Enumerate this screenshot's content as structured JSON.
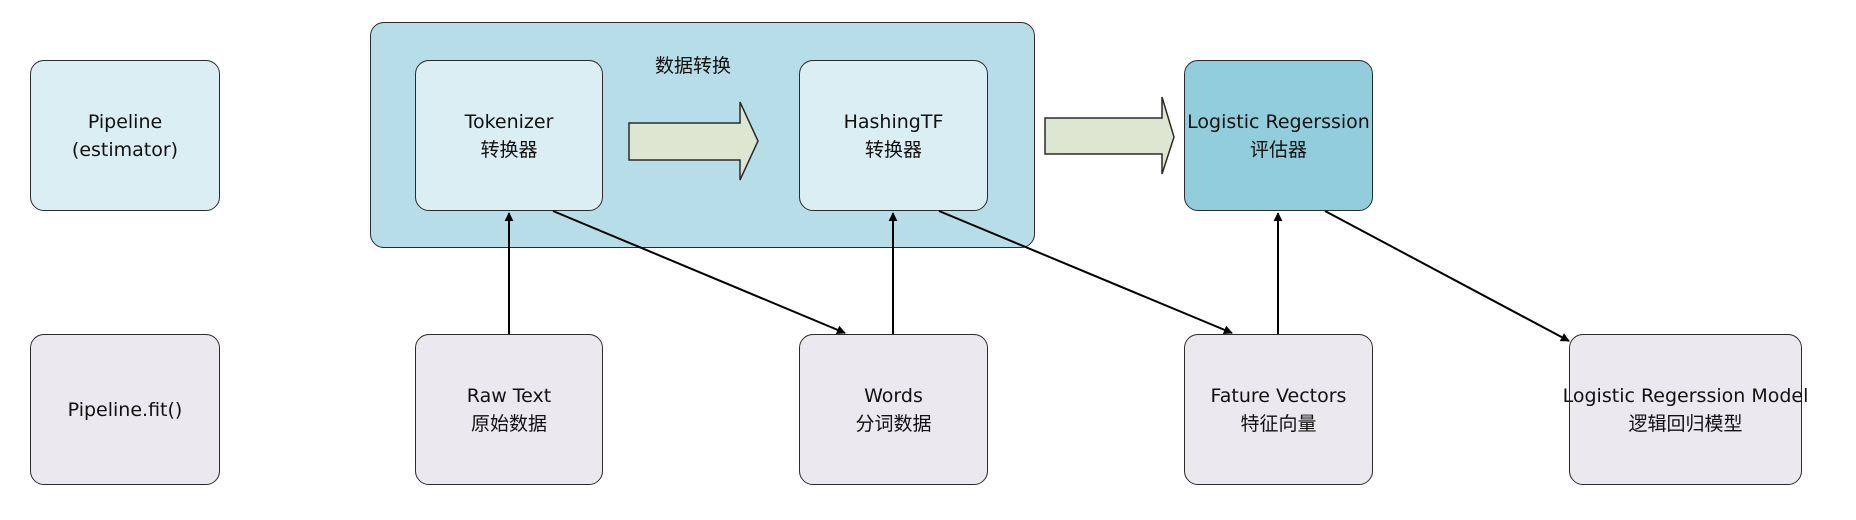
{
  "pipeline": {
    "estimator_label": {
      "line1": "Pipeline",
      "line2": "(estimator)"
    },
    "fit_label": "Pipeline.fit()"
  },
  "transform_group": {
    "title": "数据转换"
  },
  "stages": {
    "tokenizer": {
      "name": "Tokenizer",
      "role": "转换器"
    },
    "hashing_tf": {
      "name": "HashingTF",
      "role": "转换器"
    },
    "logistic_regression": {
      "name": "Logistic Regerssion",
      "role": "评估器"
    }
  },
  "data_nodes": {
    "raw_text": {
      "name": "Raw Text",
      "desc": "原始数据"
    },
    "words": {
      "name": "Words",
      "desc": "分词数据"
    },
    "feature_vectors": {
      "name": "Fature Vectors",
      "desc": "特征向量"
    },
    "model": {
      "name": "Logistic Regerssion Model",
      "desc": "逻辑回归模型"
    }
  },
  "colors": {
    "stage_fill": "#daeef3",
    "group_fill": "#b7dde8",
    "estimator_fill": "#92cddc",
    "data_fill": "#ebe8ef",
    "flow_arrow_fill": "#dde6d1",
    "line": "#000000"
  }
}
